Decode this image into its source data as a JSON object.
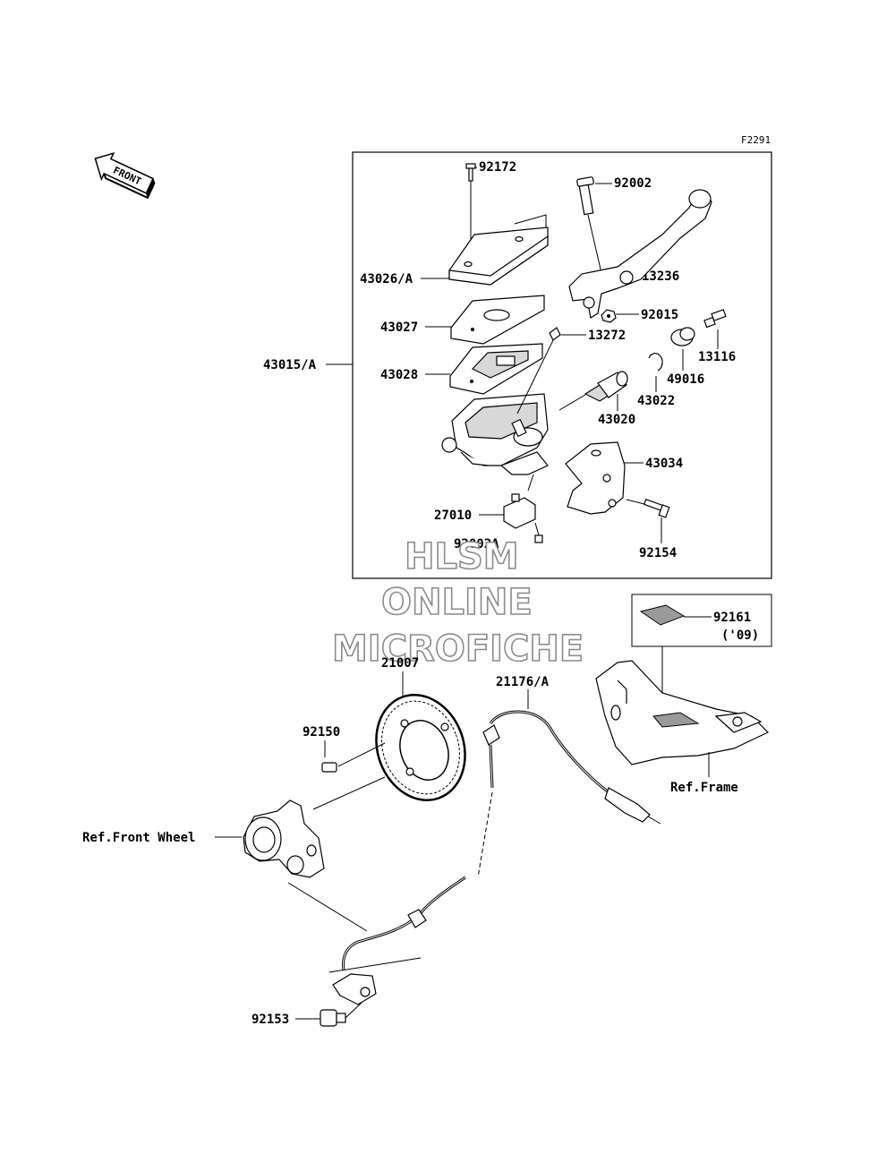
{
  "figure_code": "F2291",
  "front_label": "FRONT",
  "parts": {
    "p92172": "92172",
    "p92002": "92002",
    "p43026A": "43026/A",
    "p13236": "13236",
    "p43027": "43027",
    "p92015": "92015",
    "p13272": "13272",
    "p13116": "13116",
    "p43015A": "43015/A",
    "p43028": "43028",
    "p49016": "49016",
    "p43022": "43022",
    "p43020": "43020",
    "p43034": "43034",
    "p27010": "27010",
    "p92002A": "92002A",
    "p92154": "92154",
    "p92161": "92161",
    "p92161_year": "('09)",
    "p21007": "21007",
    "p21176A": "21176/A",
    "p92150": "92150",
    "ref_frame": "Ref.Frame",
    "ref_front_wheel": "Ref.Front Wheel",
    "p92153": "92153"
  },
  "watermark": {
    "line1": "HLSM",
    "line2": "ONLINE",
    "line3": "MICROFICHE"
  }
}
